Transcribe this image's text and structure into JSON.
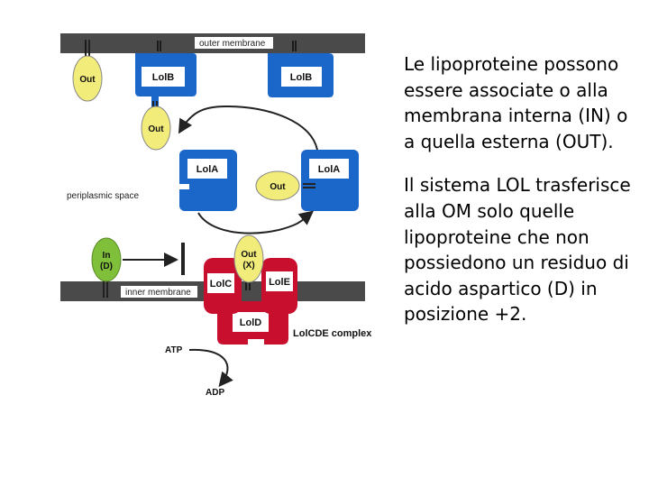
{
  "diagram": {
    "outer_membrane": "outer membrane",
    "inner_membrane": "inner membrane",
    "periplasmic_space": "periplasmic space",
    "lolb": "LolB",
    "lola": "LolA",
    "lolc": "LolC",
    "lole": "LolE",
    "lold": "LolD",
    "complex": "LolCDE complex",
    "out": "Out",
    "in_label": "In",
    "in_sub": "(D)",
    "out_label": "Out",
    "out_sub": "(X)",
    "atp": "ATP",
    "adp": "ADP"
  },
  "text": {
    "paragraph1": "Le lipoproteine possono essere associate o alla membrana interna (IN) o a quella esterna (OUT).",
    "paragraph2": "Il sistema LOL trasferisce alla OM solo quelle lipoproteine che non possiedono un residuo di acido aspartico (D) in posizione +2."
  },
  "colors": {
    "membrane": "#4a4a4a",
    "lol_blue": "#1a66c9",
    "lipoprotein_yellow": "#f2ec7a",
    "in_green": "#7fbf3a",
    "lolcde_red": "#c8102e"
  }
}
